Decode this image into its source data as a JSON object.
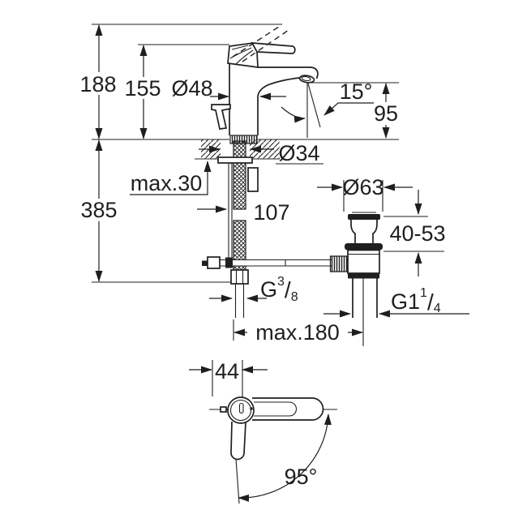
{
  "drawing": {
    "title": "Single-lever basin mixer — installation dimension drawing",
    "line_color": "#1f1f1f",
    "background": "#ffffff"
  },
  "labels": {
    "total_height": "188",
    "body_top_height": "155",
    "body_diameter": "Ø48",
    "spout_angle": "15°",
    "spout_outlet_height": "95",
    "max_mounting_thickness": "max.30",
    "mounting_hole_diameter": "Ø34",
    "depth_below_deck": "385",
    "hose_clearance": "107",
    "waste_flange_diameter": "Ø63",
    "waste_adjustment_range": "40-53",
    "max_horizontal_reach": "max.180",
    "handle_width": "44",
    "handle_swivel_angle": "95°",
    "supply_thread": {
      "base": "G",
      "sup": "3",
      "slash": "/",
      "sub": "8"
    },
    "waste_thread": {
      "base": "G1",
      "sup": "1",
      "slash": "/",
      "sub": "4"
    }
  }
}
